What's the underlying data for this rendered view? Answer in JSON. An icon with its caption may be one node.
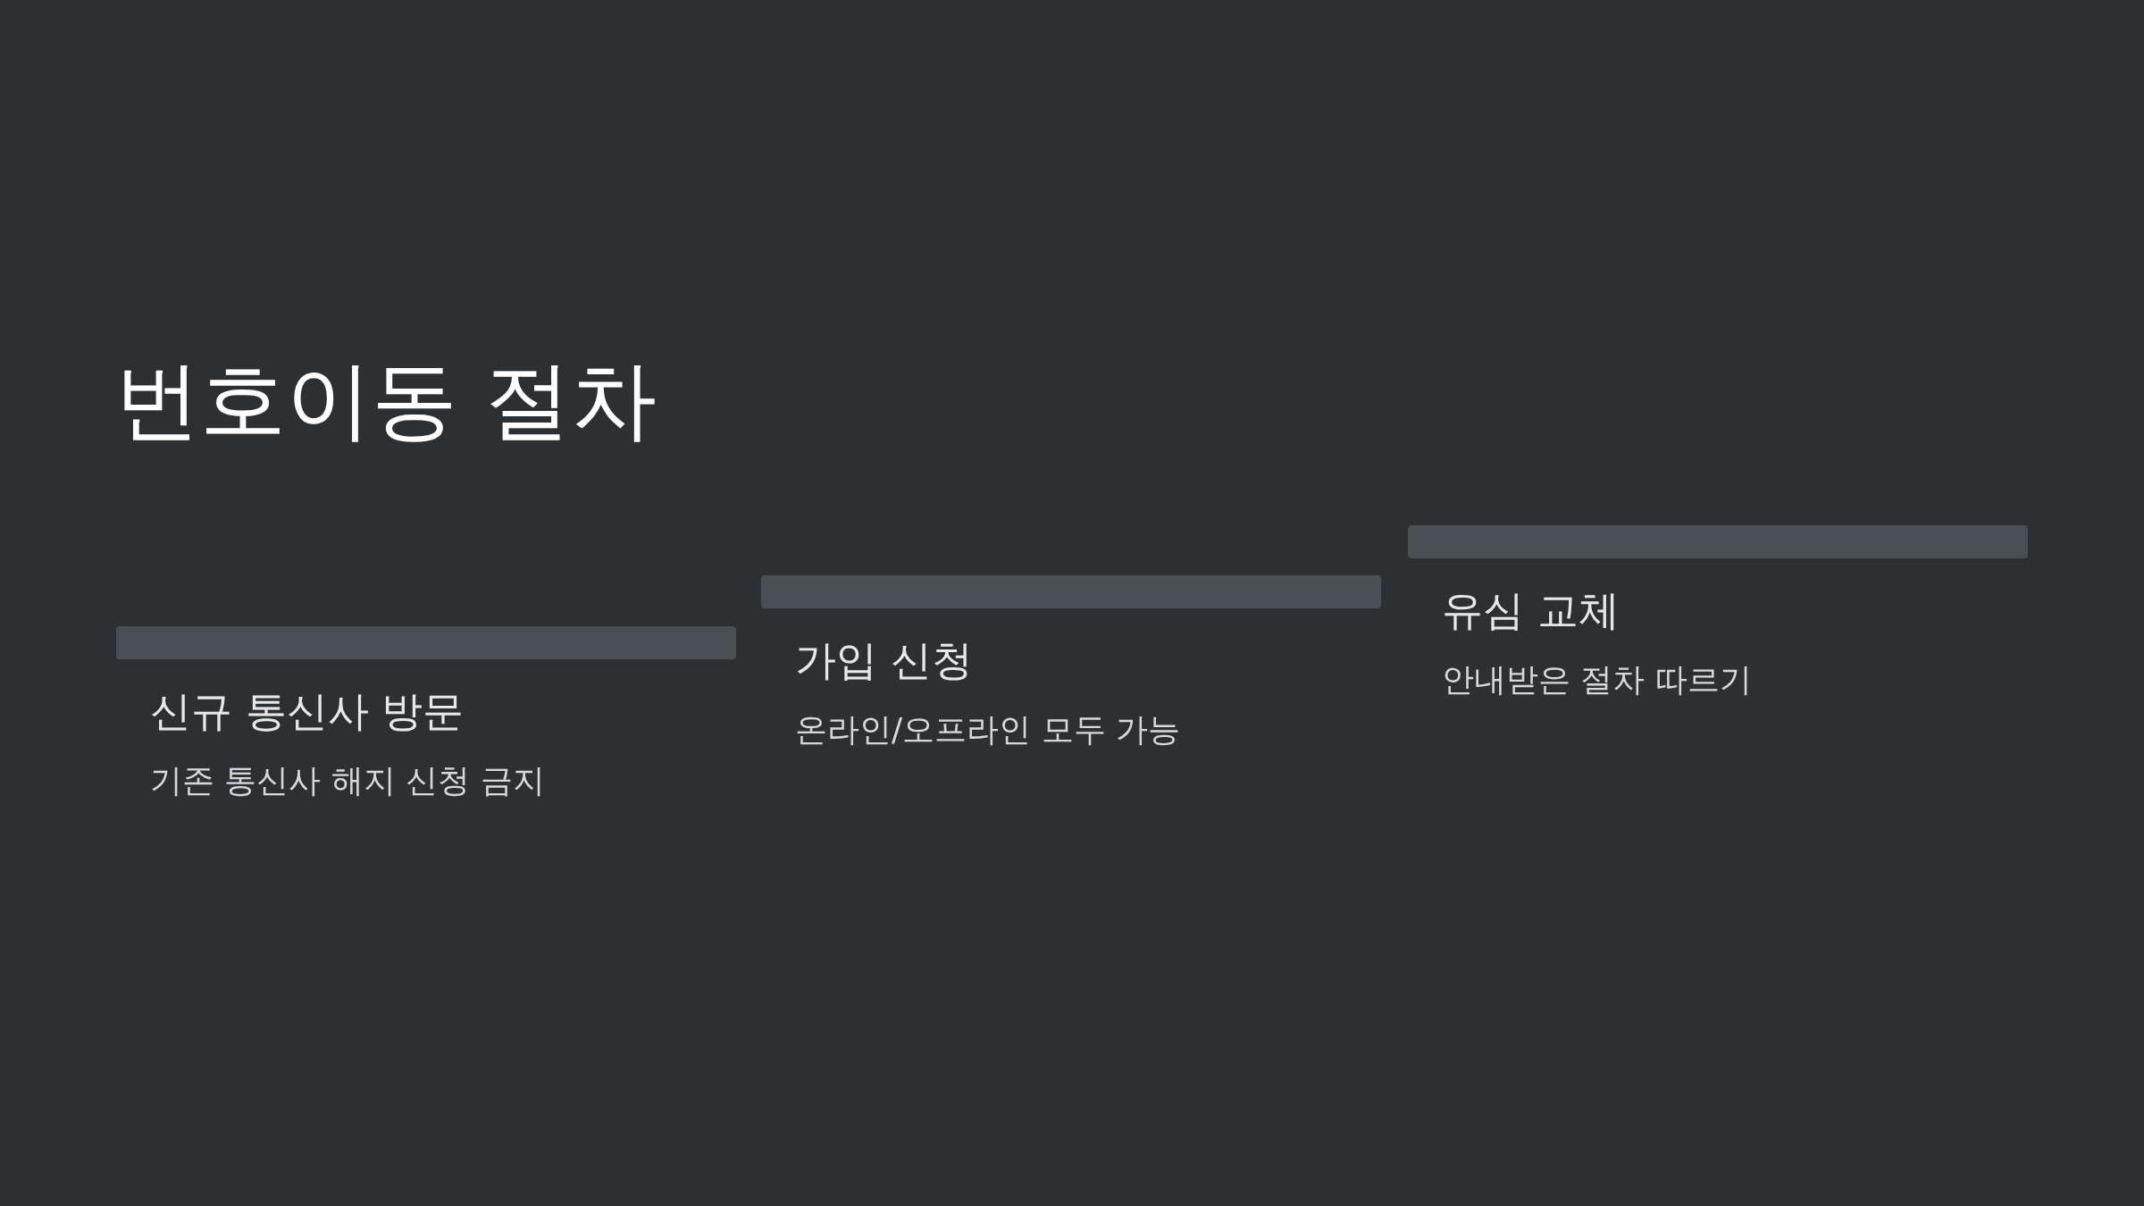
{
  "diagram": {
    "title": "번호이동 절차",
    "nodes": [
      {
        "text": [
          "신규 통신사 방문",
          "기존 통신사 해지 신청 금지"
        ]
      },
      {
        "text": [
          "가입 신청",
          "온라인/오프라인 모두 가능"
        ]
      },
      {
        "text": [
          "유심 교체",
          "안내받은 절차 따르기"
        ]
      }
    ]
  }
}
